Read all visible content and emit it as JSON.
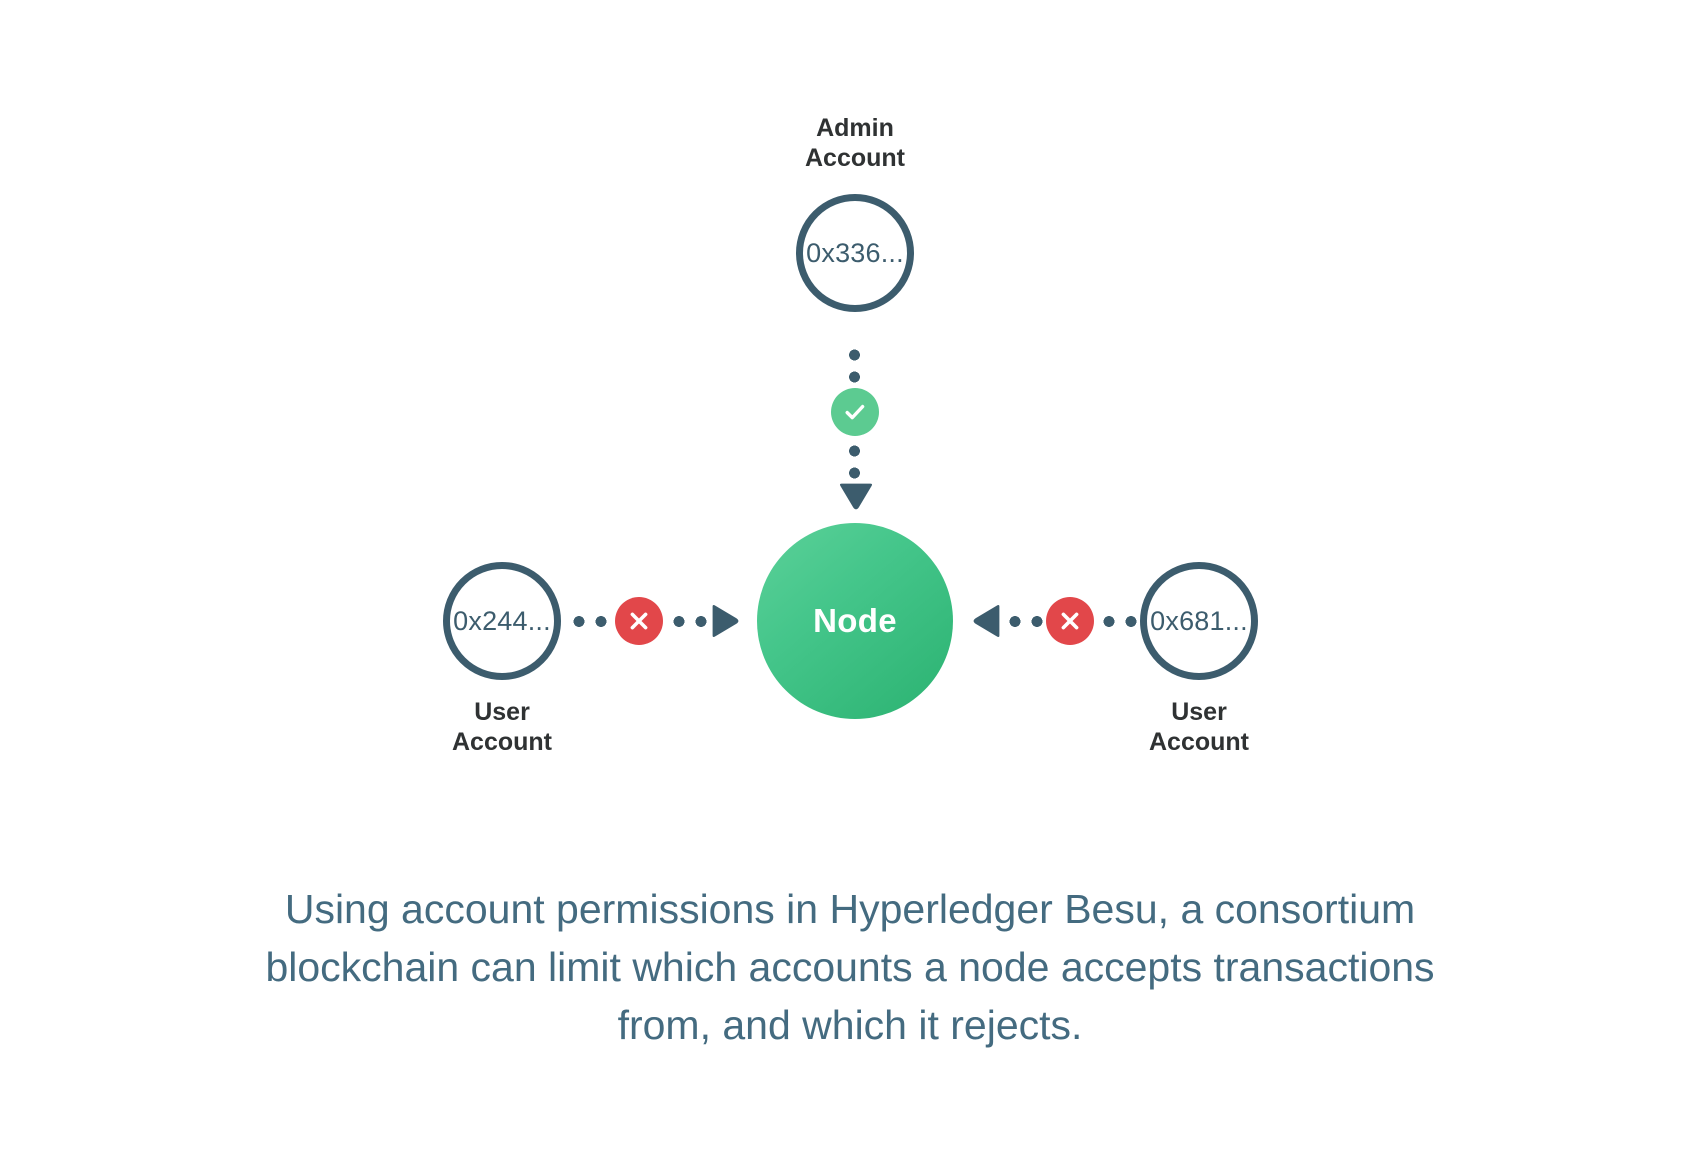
{
  "diagram": {
    "title_alt": "Hyperledger Besu account permissions",
    "center": {
      "label": "Node",
      "color": "#2bb271"
    },
    "accounts": [
      {
        "id": "admin",
        "role_label": "Admin\nAccount",
        "address": "0x336...",
        "permission": "allowed",
        "badge_icon": "check-icon",
        "arrow_icon": "arrow-down-icon"
      },
      {
        "id": "user-left",
        "role_label": "User\nAccount",
        "address": "0x244...",
        "permission": "rejected",
        "badge_icon": "x-icon",
        "arrow_icon": "arrow-right-icon"
      },
      {
        "id": "user-right",
        "role_label": "User\nAccount",
        "address": "0x681...",
        "permission": "rejected",
        "badge_icon": "x-icon",
        "arrow_icon": "arrow-left-icon"
      }
    ],
    "colors": {
      "outline": "#3c5c6d",
      "node_green": "#2bb271",
      "allow_green": "#5ccb91",
      "deny_red": "#e2474a",
      "caption_text": "#446b80",
      "label_text": "#2f3233",
      "background": "#ffffff"
    }
  },
  "caption": {
    "text": "Using account permissions in Hyperledger Besu, a consortium blockchain can limit which accounts a node accepts transactions from, and which it rejects."
  }
}
